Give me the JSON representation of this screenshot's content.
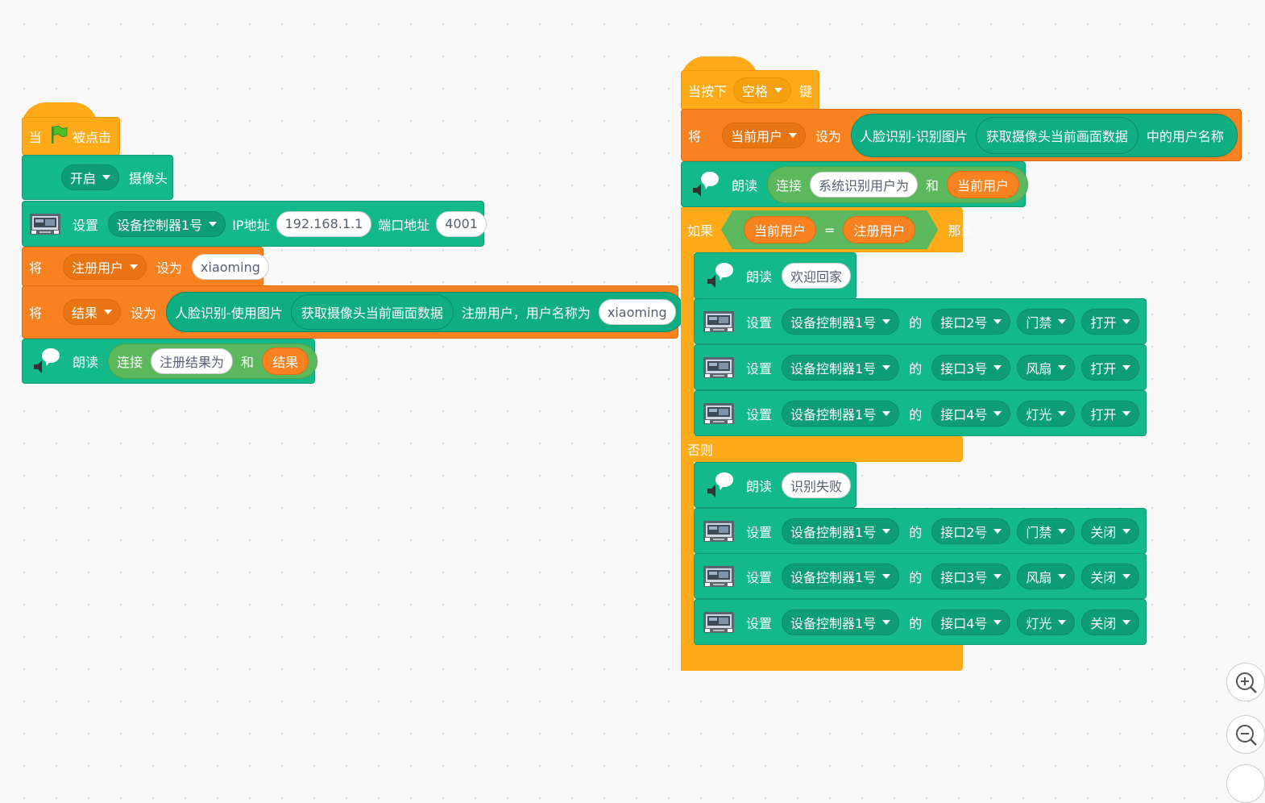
{
  "script1": {
    "when": "当",
    "clicked": "被点击",
    "camera_on": "开启",
    "camera": "摄像头",
    "set": "设置",
    "device": "设备控制器1号",
    "ip_label": "IP地址",
    "ip": "192.168.1.1",
    "port_label": "端口地址",
    "port": "4001",
    "var_set": "将",
    "reg_user": "注册用户",
    "set_to": "设为",
    "name_value": "xiaoming",
    "result_var": "结果",
    "face_register": "人脸识别-使用图片",
    "get_frame": "获取摄像头当前画面数据",
    "register_as": "注册用户，用户名称为",
    "name_value2": "xiaoming",
    "speak": "朗读",
    "join": "连接",
    "reg_result": "注册结果为",
    "and": "和",
    "result_ref": "结果"
  },
  "script2": {
    "when_key": "当按下",
    "key": "空格",
    "key_suffix": "键",
    "var_set": "将",
    "cur_user": "当前用户",
    "set_to": "设为",
    "face_recognize": "人脸识别-识别图片",
    "get_frame": "获取摄像头当前画面数据",
    "user_name_in": "中的用户名称",
    "speak": "朗读",
    "join": "连接",
    "sys_recog": "系统识别用户为",
    "and": "和",
    "cur_user_ref": "当前用户",
    "if": "如果",
    "eq_left": "当前用户",
    "eq": "=",
    "eq_right": "注册用户",
    "then": "那么",
    "welcome": "欢迎回家",
    "else": "否则",
    "fail": "识别失败",
    "of": "的",
    "device": "设备控制器1号",
    "then_rows": [
      {
        "port": "接口2号",
        "thing": "门禁",
        "state": "打开"
      },
      {
        "port": "接口3号",
        "thing": "风扇",
        "state": "打开"
      },
      {
        "port": "接口4号",
        "thing": "灯光",
        "state": "打开"
      }
    ],
    "else_rows": [
      {
        "port": "接口2号",
        "thing": "门禁",
        "state": "关闭"
      },
      {
        "port": "接口3号",
        "thing": "风扇",
        "state": "关闭"
      },
      {
        "port": "接口4号",
        "thing": "灯光",
        "state": "关闭"
      }
    ]
  },
  "icons": {
    "flag": "green-flag-icon",
    "device": "device-controller-icon",
    "speaker": "speech-speaker-icon",
    "zoom_in": "zoom-in-icon",
    "zoom_out": "zoom-out-icon"
  },
  "colors": {
    "green": "#14b98a",
    "orange": "#f7821f",
    "yellow": "#ffab19",
    "light_green": "#5cb85c"
  }
}
